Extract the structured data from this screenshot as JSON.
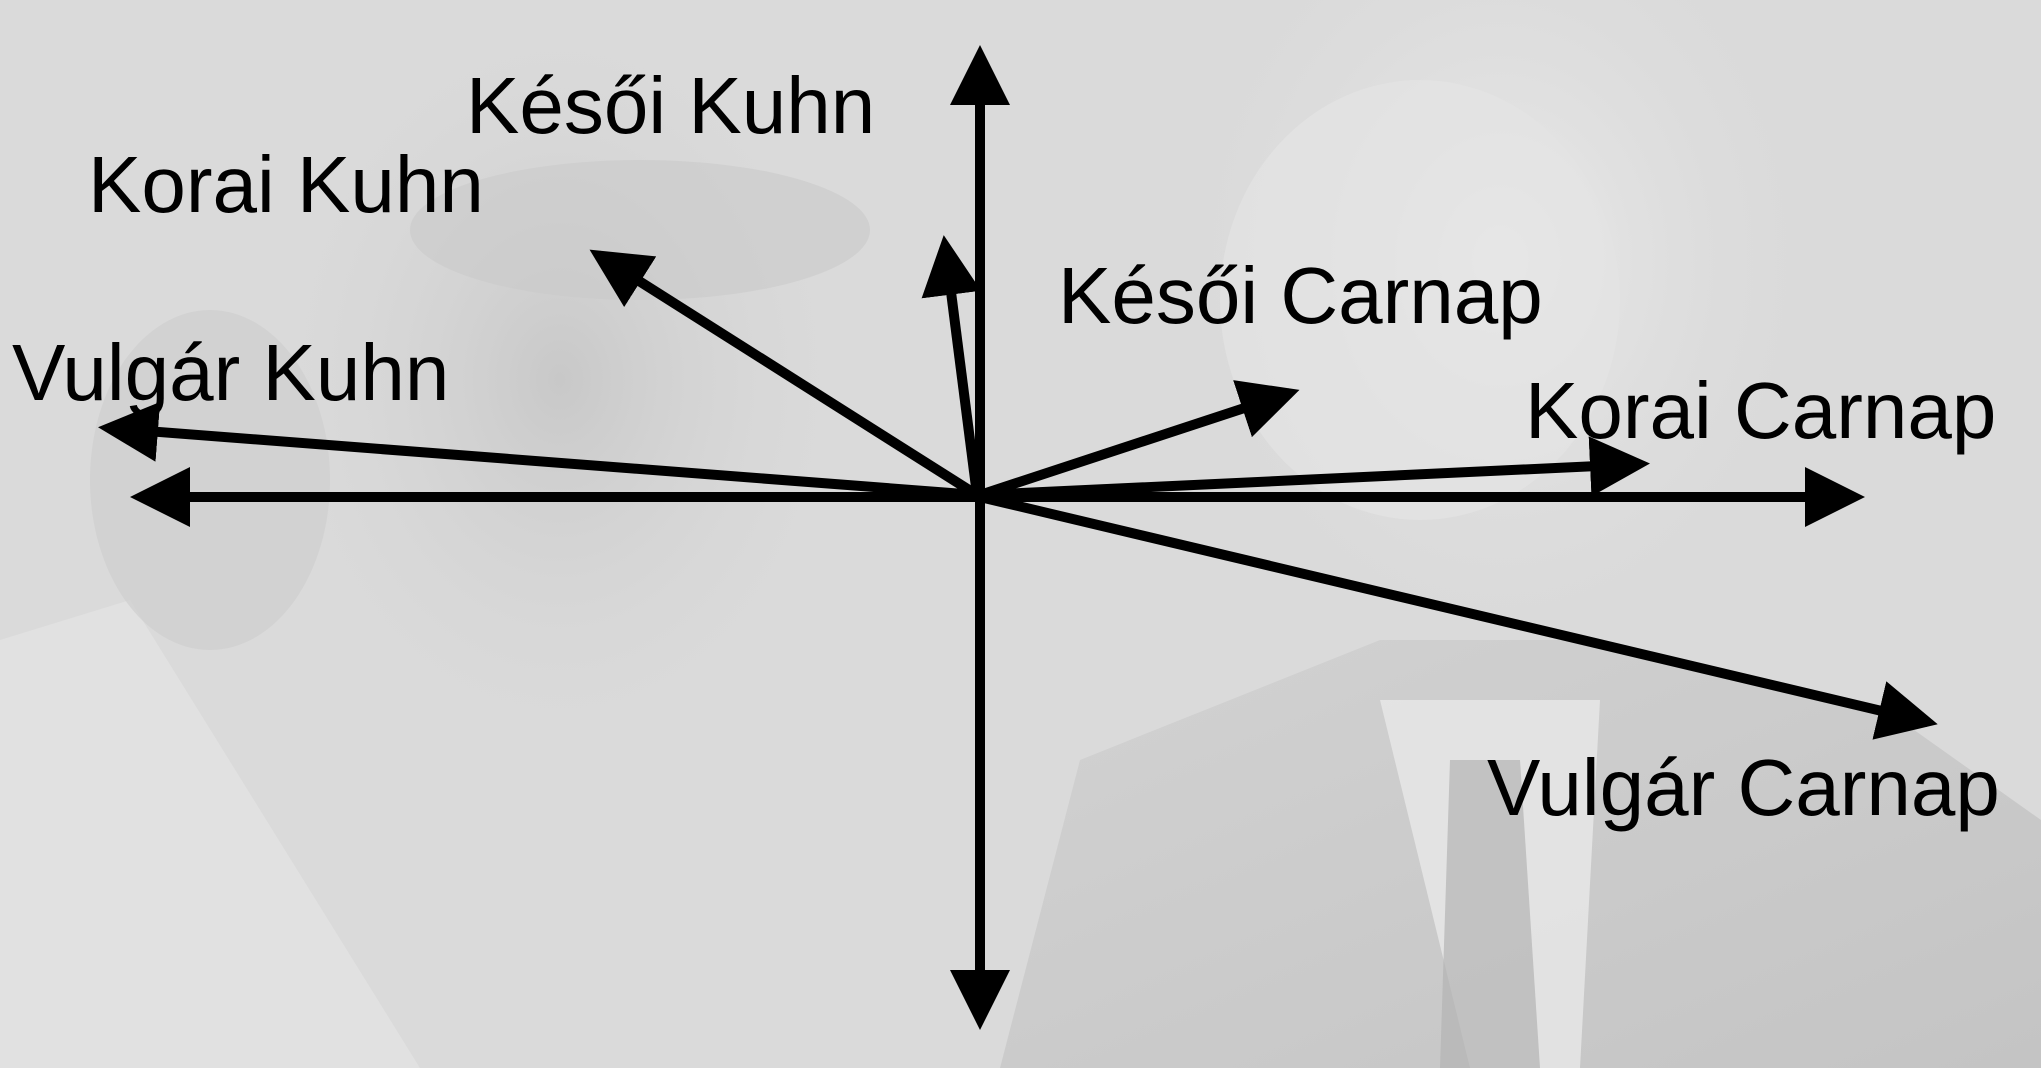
{
  "colors": {
    "background": "#dcdcdc",
    "photo_tone_dark": "#b9b9b9",
    "photo_tone_light": "#e6e6e6",
    "arrow": "#000000",
    "text": "#000000"
  },
  "labels": {
    "kesoi_kuhn": "Késői Kuhn",
    "korai_kuhn": "Korai Kuhn",
    "vulgar_kuhn": "Vulgár Kuhn",
    "kesoi_carnap": "Késői Carnap",
    "korai_carnap": "Korai Carnap",
    "vulgar_carnap": "Vulgár Carnap"
  },
  "background_image": {
    "description_icon": "faded-portrait-photos-icon"
  }
}
